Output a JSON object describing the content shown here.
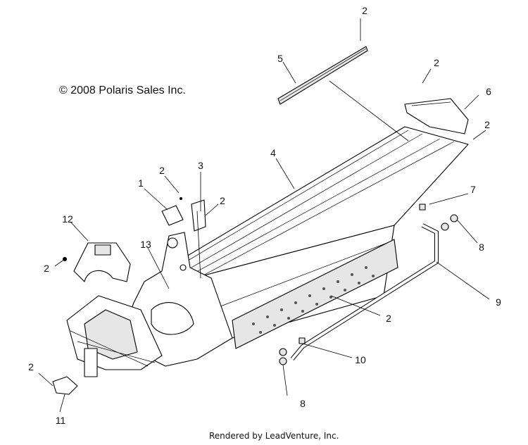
{
  "copyright": "© 2008 Polaris Sales Inc.",
  "credit": "Rendered by LeadVenture, Inc.",
  "callouts": [
    "2",
    "5",
    "2",
    "6",
    "2",
    "4",
    "3",
    "1",
    "2",
    "2",
    "7",
    "12",
    "8",
    "13",
    "2",
    "9",
    "2",
    "10",
    "2",
    "8",
    "11"
  ]
}
